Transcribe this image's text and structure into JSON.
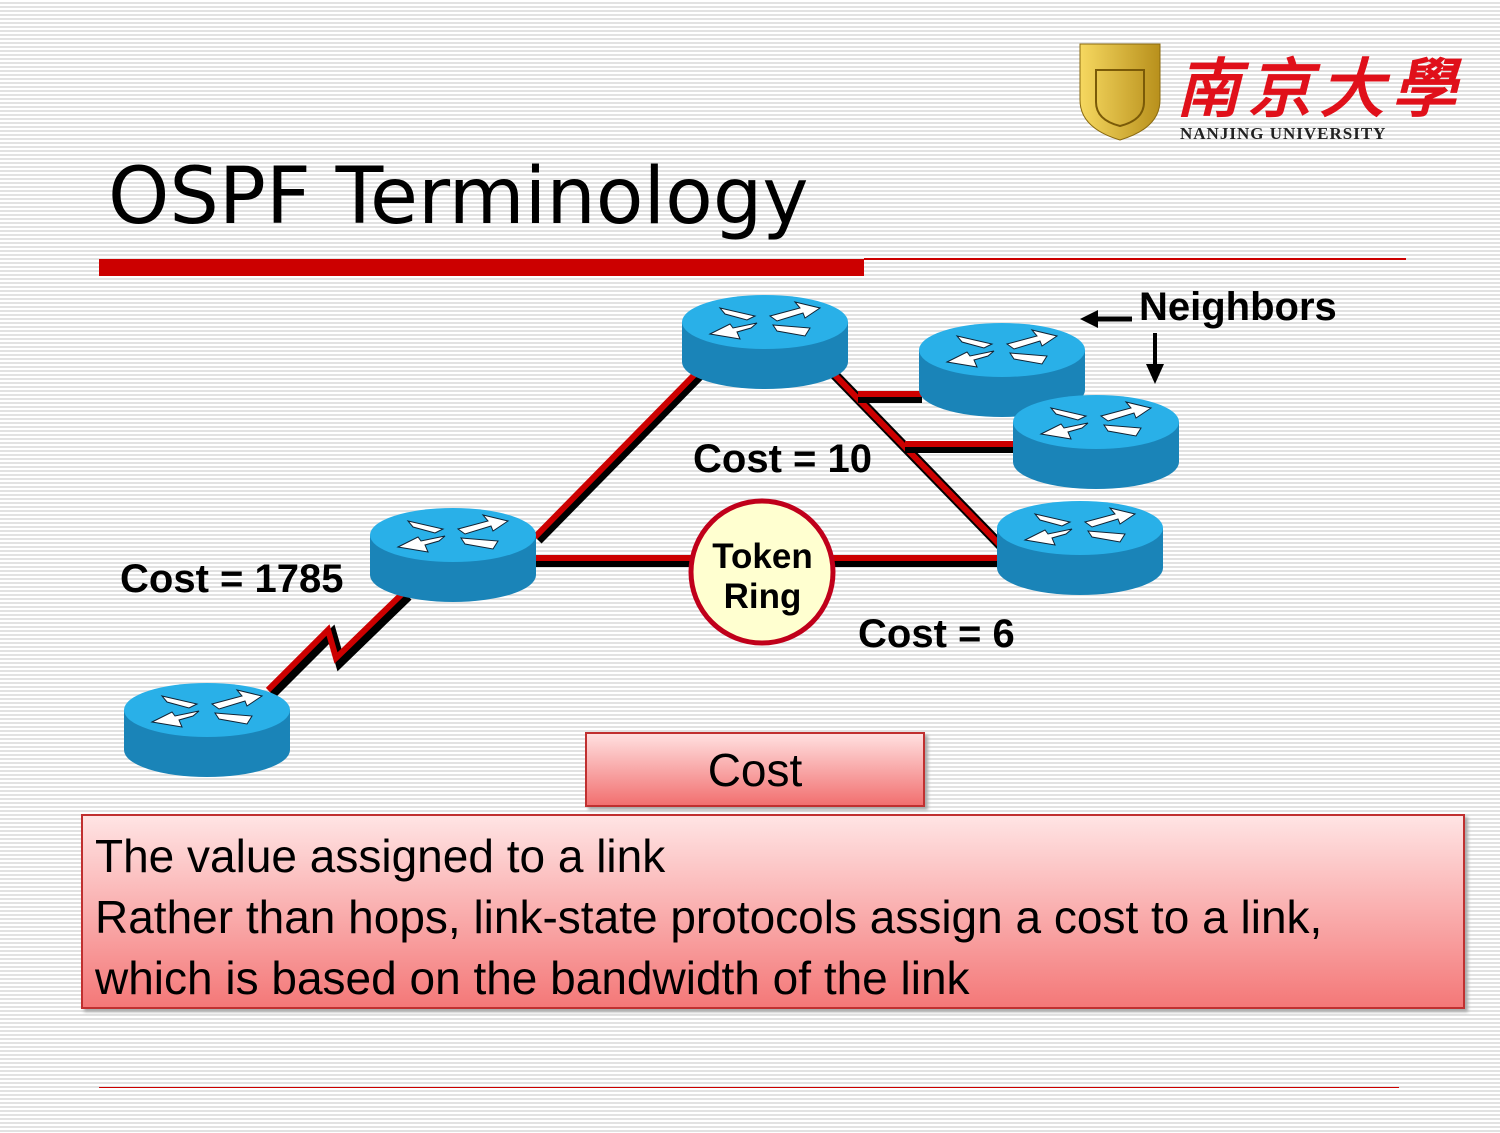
{
  "slide": {
    "title": "OSPF Terminology",
    "logo": {
      "chinese": "南京大學",
      "english": "NANJING UNIVERSITY"
    },
    "diagram": {
      "neighbors_label": "Neighbors",
      "cost_labels": [
        "Cost = 10",
        "Cost = 1785",
        "Cost = 6"
      ],
      "token_ring": [
        "Token",
        "Ring"
      ],
      "colors": {
        "link": "#cc0000",
        "router_top": "#29b0e8",
        "router_side": "#1a84b8",
        "token_ring_fill": "#ffffd0"
      }
    },
    "term": "Cost",
    "definition": [
      "The value assigned to a link",
      "Rather than hops, link-state protocols assign a cost to a link,",
      "which is based on the bandwidth of the link"
    ]
  }
}
